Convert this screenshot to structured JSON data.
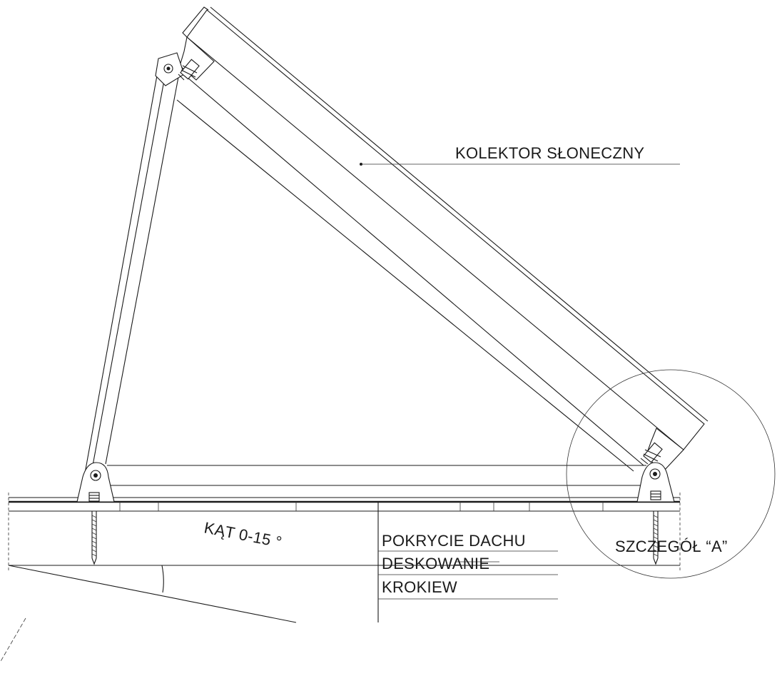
{
  "labels": {
    "collector": "KOLEKTOR SŁONECZNY",
    "angle": "KĄT 0-15 °",
    "roof_cover": "POKRYCIE DACHU",
    "boarding": "DESKOWANIE",
    "rafter": "KROKIEW",
    "detail": "SZCZEGÓŁ “A”"
  }
}
